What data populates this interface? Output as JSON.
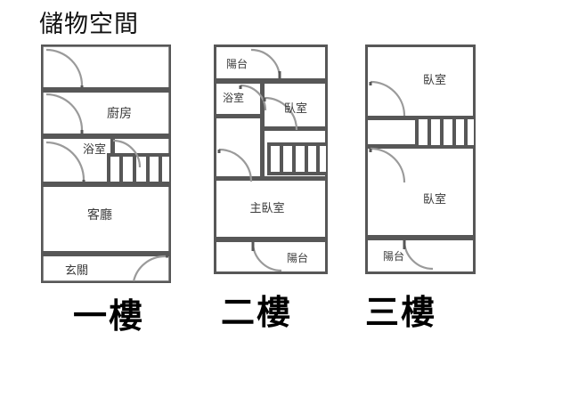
{
  "page": {
    "title_label": "儲物空間",
    "background_color": "#ffffff",
    "wall_color": "#575757",
    "wall_inner_color": "#9a9a9a",
    "door_arc_color": "#9a9a9a",
    "text_color": "#3a3a3a"
  },
  "floors": [
    {
      "id": "floor-1",
      "caption": "一樓",
      "rooms": [
        {
          "key": "storage",
          "label": "儲物空間",
          "label_shown_in_plan": false
        },
        {
          "key": "kitchen",
          "label": "廚房"
        },
        {
          "key": "bathroom",
          "label": "浴室"
        },
        {
          "key": "living-room",
          "label": "客廳"
        },
        {
          "key": "entrance",
          "label": "玄關"
        }
      ],
      "has_staircase": true,
      "staircase_steps": 4
    },
    {
      "id": "floor-2",
      "caption": "二樓",
      "rooms": [
        {
          "key": "balcony-top",
          "label": "陽台"
        },
        {
          "key": "bathroom",
          "label": "浴室"
        },
        {
          "key": "bedroom",
          "label": "臥室"
        },
        {
          "key": "master-bedroom",
          "label": "主臥室"
        },
        {
          "key": "balcony-bottom",
          "label": "陽台"
        }
      ],
      "has_staircase": true,
      "staircase_steps": 4
    },
    {
      "id": "floor-3",
      "caption": "三樓",
      "rooms": [
        {
          "key": "bedroom-top",
          "label": "臥室"
        },
        {
          "key": "bedroom-bottom",
          "label": "臥室"
        },
        {
          "key": "balcony-bottom",
          "label": "陽台"
        }
      ],
      "has_staircase": true,
      "staircase_steps": 4
    }
  ]
}
